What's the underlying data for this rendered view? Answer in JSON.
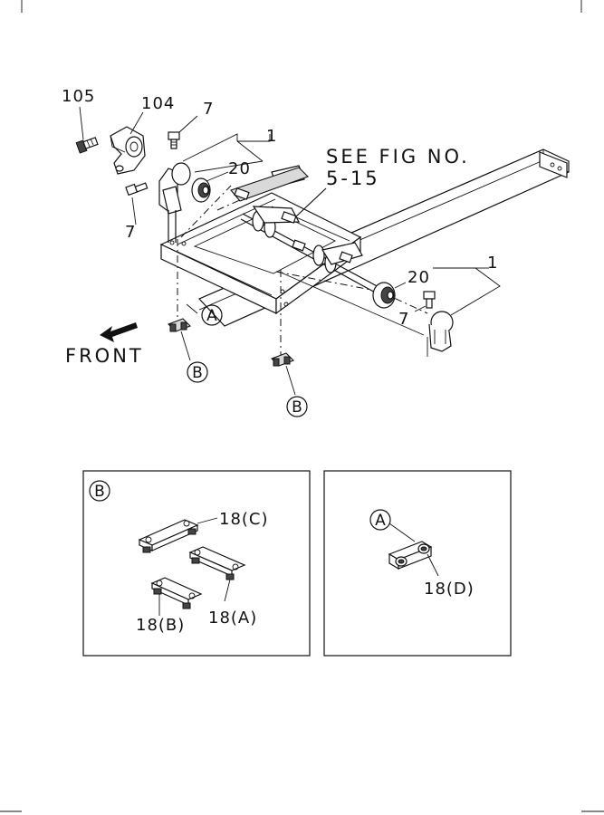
{
  "labels": {
    "p105": "105",
    "p104": "104",
    "p7_top": "7",
    "p1_top": "1",
    "p20_top": "20",
    "p7_left": "7",
    "see_fig_line1": "SEE FIG NO.",
    "see_fig_line2": "5-15",
    "p20_right": "20",
    "p1_right": "1",
    "p7_right": "7",
    "front": "FRONT",
    "ref_a": "A",
    "ref_b": "B"
  },
  "detail_b": {
    "letter": "B",
    "c": "18(C)",
    "b": "18(B)",
    "a": "18(A)"
  },
  "detail_a": {
    "letter": "A",
    "d": "18(D)"
  },
  "colors": {
    "line": "#111111",
    "background": "#ffffff"
  }
}
